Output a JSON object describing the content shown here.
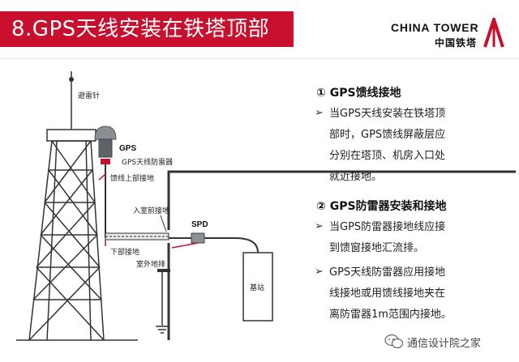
{
  "slide": {
    "title": "8.GPS天线安装在铁塔顶部"
  },
  "logo": {
    "name_en": "CHINA TOWER",
    "name_cn": "中国铁塔"
  },
  "diagram": {
    "labels": {
      "lightning_rod": "避雷针",
      "gps": "GPS",
      "gps_arrester": "GPS天线防雷器",
      "feeder_top_ground": "馈线上部接地",
      "entry_window_ground": "入室前接地",
      "spd": "SPD",
      "lower_ground": "下部接地",
      "outdoor_ground_bar": "室外地排",
      "base_station": "基站"
    }
  },
  "content": {
    "section1": {
      "heading": "① GPS馈线接地",
      "bullets": [
        {
          "lines": [
            "当GPS天线安装在铁塔顶",
            "部时，GPS馈线屏蔽层应",
            "分别在塔顶、机房入口处",
            "就近接地。"
          ]
        }
      ]
    },
    "section2": {
      "heading": "② GPS防雷器安装和接地",
      "bullets": [
        {
          "lines": [
            "当GPS防雷器接地线应接",
            "到馈窗接地汇流排。"
          ]
        },
        {
          "lines": [
            "GPS天线防雷器应用接地",
            "线接地或用馈线接地夹在",
            "离防雷器1m范围内接地。"
          ]
        }
      ]
    }
  },
  "footer": {
    "text": "通信设计院之家"
  },
  "colors": {
    "brand_red": "#c8102e",
    "wire": "#333333"
  }
}
